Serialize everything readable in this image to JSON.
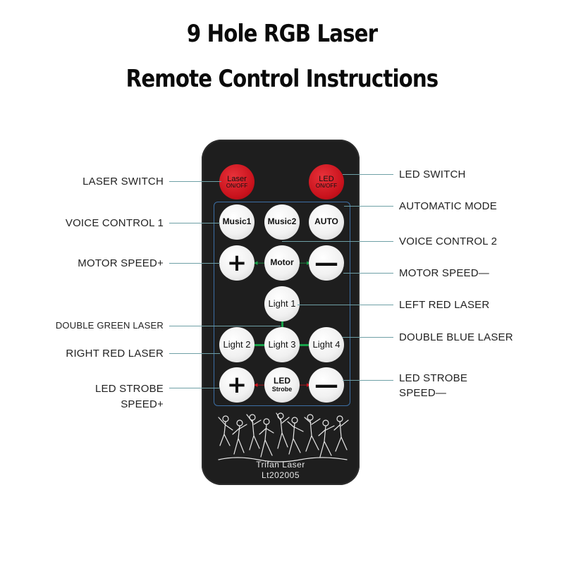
{
  "title": {
    "line1": "9 Hole RGB Laser",
    "line2": "Remote Control Instructions"
  },
  "colors": {
    "remote_body": "#1e1e1e",
    "panel_border": "#3d6fa5",
    "power_buttons": "#c8121c",
    "key_buttons": "#f1f1f1",
    "link_lines": "#19a049",
    "arrows_red": "#d0141e",
    "callout_lines": "#6fa0a6"
  },
  "buttons": {
    "laser": {
      "label": "Laser",
      "sub": "ON/OFF"
    },
    "led": {
      "label": "LED",
      "sub": "ON/OFF"
    },
    "music1": "Music1",
    "music2": "Music2",
    "auto": "AUTO",
    "motor_plus": "+",
    "motor": "Motor",
    "motor_minus": "—",
    "light1": "Light 1",
    "light2": "Light 2",
    "light3": "Light 3",
    "light4": "Light 4",
    "strobe_plus": "+",
    "led_strobe": {
      "label": "LED",
      "sub": "Strobe"
    },
    "strobe_minus": "—"
  },
  "labels": {
    "laser_switch": "LASER SWITCH",
    "led_switch": "LED SWITCH",
    "automatic_mode": "AUTOMATIC MODE",
    "voice_control_1": "VOICE CONTROL 1",
    "voice_control_2": "VOICE CONTROL 2",
    "motor_speed_plus": "MOTOR SPEED+",
    "motor_speed_minus": "MOTOR SPEED—",
    "left_red_laser": "LEFT RED LASER",
    "double_green_laser": "DOUBLE GREEN LASER",
    "double_blue_laser": "DOUBLE BLUE LASER",
    "right_red_laser": "RIGHT RED LASER",
    "led_strobe_speed_plus_1": "LED STROBE",
    "led_strobe_speed_plus_2": "SPEED+",
    "led_strobe_speed_minus_1": "LED STROBE",
    "led_strobe_speed_minus_2": "SPEED—"
  },
  "logo": {
    "brand": "Trifan Laser",
    "model": "Lt202005"
  }
}
